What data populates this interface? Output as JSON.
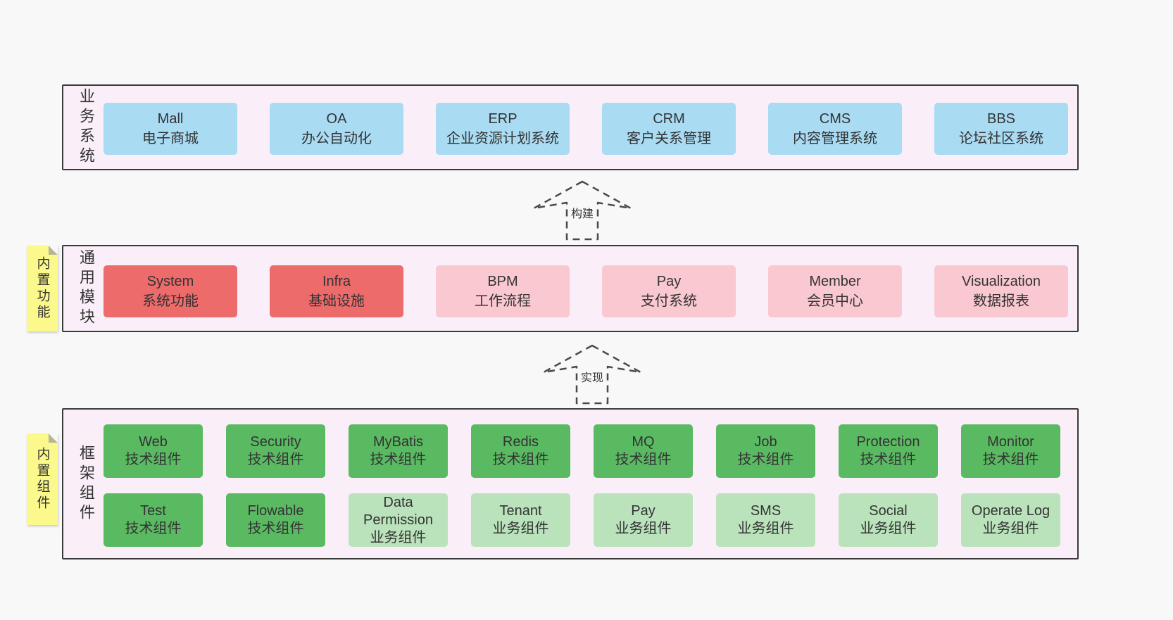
{
  "diagram": {
    "layers": {
      "business": {
        "side_label": "业务系统",
        "boxes": [
          {
            "title": "Mall",
            "subtitle": "电子商城"
          },
          {
            "title": "OA",
            "subtitle": "办公自动化"
          },
          {
            "title": "ERP",
            "subtitle": "企业资源计划系统"
          },
          {
            "title": "CRM",
            "subtitle": "客户关系管理"
          },
          {
            "title": "CMS",
            "subtitle": "内容管理系统"
          },
          {
            "title": "BBS",
            "subtitle": "论坛社区系统"
          }
        ]
      },
      "modules": {
        "side_label": "通用模块",
        "note": "内置功能",
        "boxes": [
          {
            "title": "System",
            "subtitle": "系统功能"
          },
          {
            "title": "Infra",
            "subtitle": "基础设施"
          },
          {
            "title": "BPM",
            "subtitle": "工作流程"
          },
          {
            "title": "Pay",
            "subtitle": "支付系统"
          },
          {
            "title": "Member",
            "subtitle": "会员中心"
          },
          {
            "title": "Visualization",
            "subtitle": "数据报表"
          }
        ]
      },
      "components": {
        "side_label": "框架组件",
        "note": "内置组件",
        "row1": [
          {
            "title": "Web",
            "subtitle": "技术组件"
          },
          {
            "title": "Security",
            "subtitle": "技术组件"
          },
          {
            "title": "MyBatis",
            "subtitle": "技术组件"
          },
          {
            "title": "Redis",
            "subtitle": "技术组件"
          },
          {
            "title": "MQ",
            "subtitle": "技术组件"
          },
          {
            "title": "Job",
            "subtitle": "技术组件"
          },
          {
            "title": "Protection",
            "subtitle": "技术组件"
          },
          {
            "title": "Monitor",
            "subtitle": "技术组件"
          }
        ],
        "row2": [
          {
            "title": "Test",
            "subtitle": "技术组件"
          },
          {
            "title": "Flowable",
            "subtitle": "技术组件"
          },
          {
            "title": "Data Permission",
            "subtitle": "业务组件"
          },
          {
            "title": "Tenant",
            "subtitle": "业务组件"
          },
          {
            "title": "Pay",
            "subtitle": "业务组件"
          },
          {
            "title": "SMS",
            "subtitle": "业务组件"
          },
          {
            "title": "Social",
            "subtitle": "业务组件"
          },
          {
            "title": "Operate Log",
            "subtitle": "业务组件"
          }
        ]
      }
    },
    "arrows": [
      {
        "label": "构建"
      },
      {
        "label": "实现"
      }
    ],
    "colors": {
      "blue": "#a9dbf3",
      "red": "#ee6b6b",
      "pink": "#f9c8d0",
      "green": "#5aba62",
      "light_green": "#bae3bc",
      "note_yellow": "#fbf98c",
      "layer_background": "#faeff8",
      "page_background": "#f8f8f8"
    }
  }
}
